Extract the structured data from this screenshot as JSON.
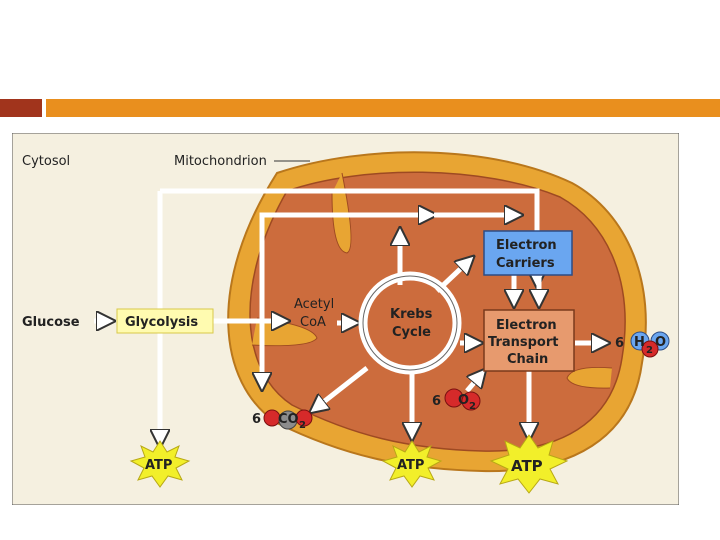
{
  "slide": {
    "accent_dark": "#a1341c",
    "accent_light": "#e98f1e"
  },
  "diagram": {
    "cytosol": "Cytosol",
    "mitochondrion": "Mitochondrion",
    "glucose": "Glucose",
    "glycolysis": "Glycolysis",
    "acetyl_line1": "Acetyl",
    "acetyl_line2": "CoA",
    "krebs_line1": "Krebs",
    "krebs_line2": "Cycle",
    "ec_line1": "Electron",
    "ec_line2": "Carriers",
    "etc_line1": "Electron",
    "etc_line2": "Transport",
    "etc_line3": "Chain",
    "co2_coef": "6",
    "co2_label": "CO",
    "co2_sub": "2",
    "o2_coef": "6",
    "o2_label": "O",
    "o2_sub": "2",
    "h2o_coef": "6",
    "h2o_h": "H",
    "h2o_sub": "2",
    "h2o_o": "O",
    "atp": "ATP",
    "colors": {
      "background": "#f5f0e0",
      "mito_outer": "#e8a533",
      "mito_inner": "#cc6c3d",
      "electron_carriers": "#6aa6f0",
      "highlight": "#fffbb0",
      "atp_burst": "#f2ef2a"
    }
  }
}
